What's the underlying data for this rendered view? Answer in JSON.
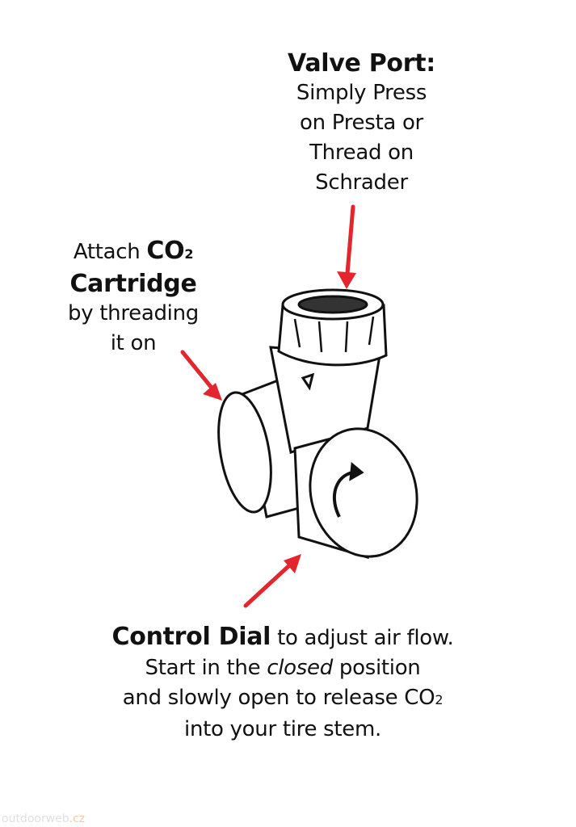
{
  "valve_port": {
    "title": "Valve Port:",
    "lines": [
      "Simply Press",
      "on Presta or",
      "Thread on",
      "Schrader"
    ]
  },
  "cartridge": {
    "pre": "Attach ",
    "co2": "CO",
    "sub": "2",
    "title": "Cartridge",
    "lines": [
      "by threading",
      "it on"
    ]
  },
  "control_dial": {
    "title": "Control Dial",
    "rest": " to adjust air flow.",
    "line2_pre": "Start in the ",
    "line2_em": "closed",
    "line2_post": " position",
    "line3": "and slowly open to release CO",
    "line3_sub": "2",
    "line4": "into your tire stem."
  },
  "watermark": {
    "name": "outdoorweb",
    "tld": ".cz"
  },
  "colors": {
    "arrow": "#e3262e",
    "ink": "#111111"
  }
}
